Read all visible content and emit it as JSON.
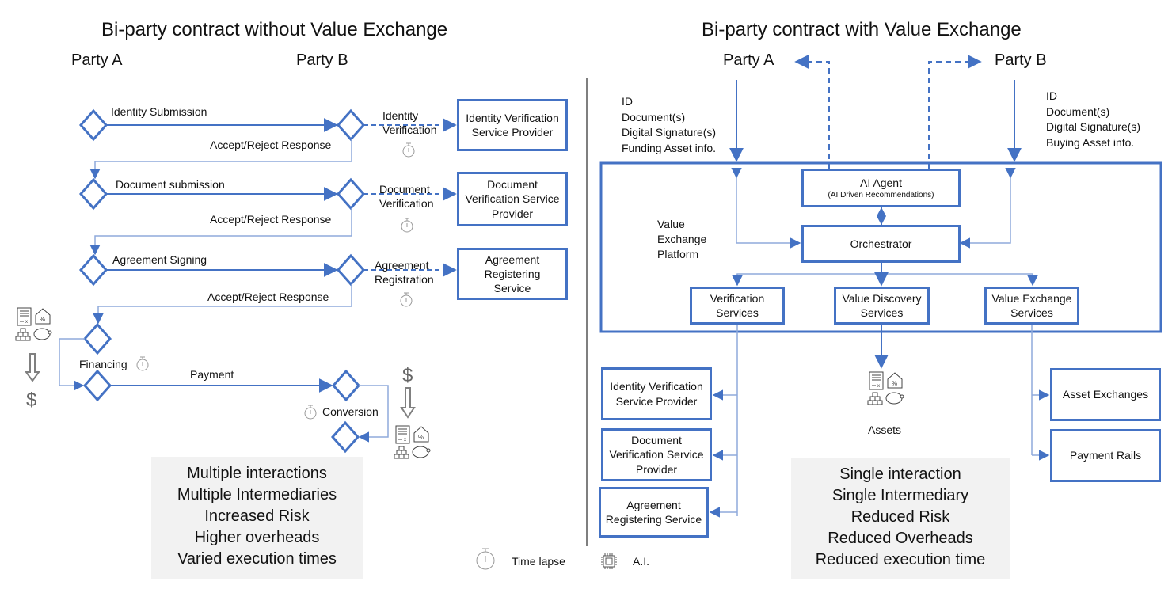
{
  "left": {
    "title": "Bi-party contract without Value Exchange",
    "party_a": "Party A",
    "party_b": "Party B",
    "steps": [
      {
        "submission": "Identity Submission",
        "response": "Accept/Reject Response",
        "verification": "Identity Verification",
        "provider": "Identity Verification Service Provider"
      },
      {
        "submission": "Document submission",
        "response": "Accept/Reject Response",
        "verification": "Document Verification",
        "provider": "Document Verification Service Provider"
      },
      {
        "submission": "Agreement Signing",
        "response": "Accept/Reject Response",
        "verification": "Agreement Registration",
        "provider": "Agreement Registering Service"
      }
    ],
    "financing": "Financing",
    "payment": "Payment",
    "conversion": "Conversion",
    "currency_symbol": "$",
    "summary": [
      "Multiple interactions",
      "Multiple Intermediaries",
      "Increased Risk",
      "Higher overheads",
      "Varied execution times"
    ]
  },
  "right": {
    "title": "Bi-party contract with Value Exchange",
    "party_a": "Party A",
    "party_b": "Party B",
    "party_a_inputs": [
      "ID",
      "Document(s)",
      "Digital Signature(s)",
      "Funding Asset info."
    ],
    "party_b_inputs": [
      "ID",
      "Document(s)",
      "Digital Signature(s)",
      "Buying Asset info."
    ],
    "platform_label": [
      "Value",
      "Exchange",
      "Platform"
    ],
    "ai_agent": "AI Agent",
    "ai_agent_sub": "(AI Driven Recommendations)",
    "orchestrator": "Orchestrator",
    "verification_services": [
      "Verification",
      "Services"
    ],
    "value_discovery_services": [
      "Value Discovery",
      "Services"
    ],
    "value_exchange_services": [
      "Value Exchange",
      "Services"
    ],
    "providers": [
      "Identity Verification Service Provider",
      "Document Verification Service Provider",
      "Agreement Registering Service"
    ],
    "assets_label": "Assets",
    "asset_exchanges": "Asset Exchanges",
    "payment_rails": "Payment Rails",
    "summary": [
      "Single interaction",
      "Single Intermediary",
      "Reduced Risk",
      "Reduced Overheads",
      "Reduced execution time"
    ]
  },
  "legend": {
    "time_lapse": "Time lapse",
    "ai": "A.I."
  },
  "colors": {
    "accent": "#4472C4",
    "light_line": "#8FAADC",
    "summary_bg": "#F2F2F2",
    "divider": "#7F7F7F",
    "icon_gray": "#808080"
  }
}
